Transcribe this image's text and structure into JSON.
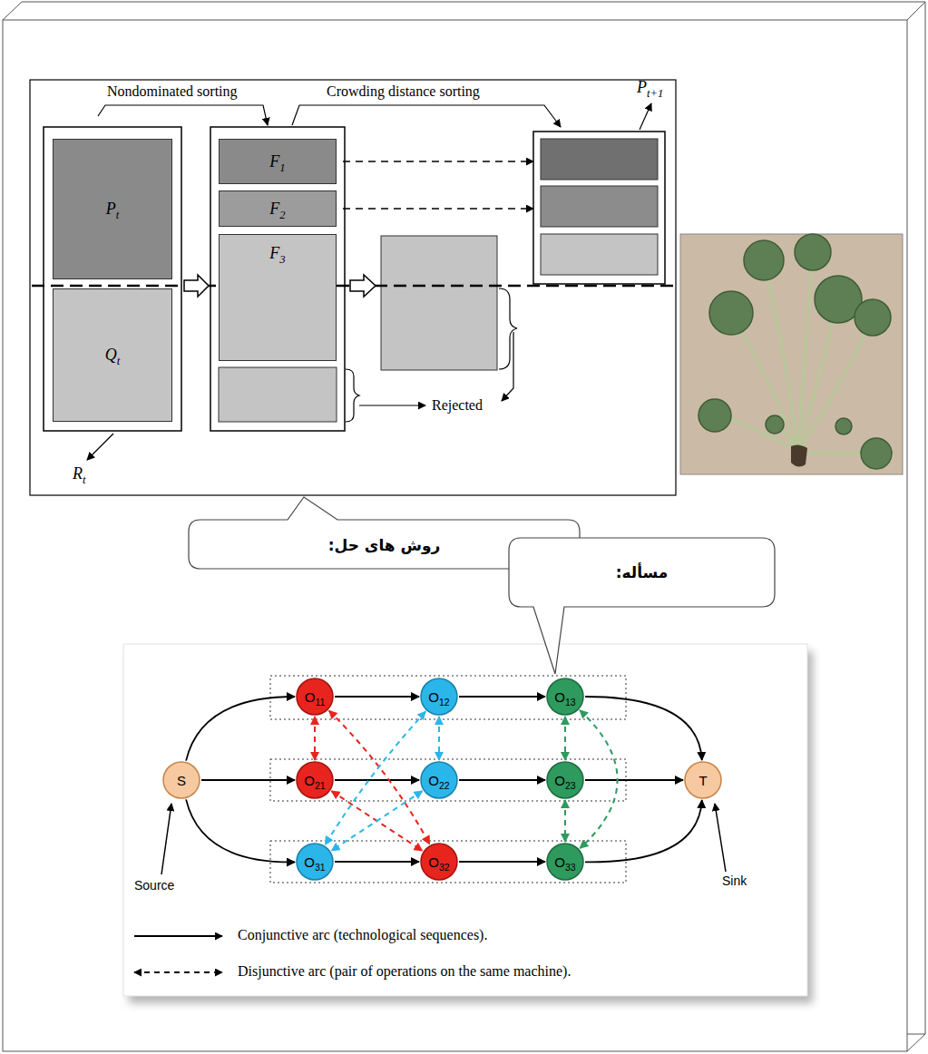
{
  "diagram": {
    "nodes": [
      {
        "text": [
          "Pt"
        ]
      },
      {
        "text": [
          "Qt"
        ]
      },
      {
        "text": [
          "F1"
        ]
      },
      {
        "text": [
          "F2"
        ]
      },
      {
        "text": [
          "F3"
        ]
      },
      {
        "text": [
          "روش های حل:"
        ]
      },
      {
        "text": [
          "مسأله:"
        ]
      },
      {
        "text": [
          "S"
        ]
      },
      {
        "text": [
          "O11"
        ]
      },
      {
        "text": [
          "O12"
        ]
      },
      {
        "text": [
          "O13"
        ]
      },
      {
        "text": [
          "O21"
        ]
      },
      {
        "text": [
          "O22"
        ]
      },
      {
        "text": [
          "O23"
        ]
      },
      {
        "text": [
          "T"
        ]
      },
      {
        "text": [
          "O31"
        ]
      },
      {
        "text": [
          "O32"
        ]
      },
      {
        "text": [
          "O33"
        ]
      }
    ],
    "edges": [
      {
        "from": 7,
        "to": 8,
        "arrow": "to"
      },
      {
        "from": 7,
        "to": 11,
        "arrow": "to"
      },
      {
        "from": 7,
        "to": 15,
        "arrow": "to"
      },
      {
        "from": 8,
        "to": 9,
        "arrow": "to"
      },
      {
        "from": 9,
        "to": 10,
        "arrow": "to"
      },
      {
        "from": 10,
        "to": 14,
        "arrow": "to"
      },
      {
        "from": 11,
        "to": 12,
        "arrow": "to"
      },
      {
        "from": 12,
        "to": 13,
        "arrow": "to"
      },
      {
        "from": 13,
        "to": 14,
        "arrow": "to"
      },
      {
        "from": 15,
        "to": 16,
        "arrow": "to"
      },
      {
        "from": 16,
        "to": 17,
        "arrow": "to"
      },
      {
        "from": 17,
        "to": 14,
        "arrow": "to"
      },
      {
        "from": 8,
        "to": 11,
        "arrow": "both"
      },
      {
        "from": 8,
        "to": 16,
        "arrow": "both"
      },
      {
        "from": 11,
        "to": 16,
        "arrow": "both"
      },
      {
        "from": 9,
        "to": 12,
        "arrow": "both"
      },
      {
        "from": 9,
        "to": 15,
        "arrow": "both"
      },
      {
        "from": 12,
        "to": 15,
        "arrow": "both"
      },
      {
        "from": 10,
        "to": 13,
        "arrow": "both"
      },
      {
        "from": 13,
        "to": 17,
        "arrow": "both"
      },
      {
        "from": 10,
        "to": 17,
        "arrow": "both"
      }
    ],
    "labels": [
      "Nondominated sorting",
      "Crowding distance sorting",
      "Pt+1",
      "Rejected",
      "Rt",
      "Source",
      "Sink"
    ],
    "legend": [
      {
        "text": "Conjunctive arc (technological sequences)."
      },
      {
        "text": "Disjunctive arc (pair of operations on the same machine)."
      }
    ]
  }
}
